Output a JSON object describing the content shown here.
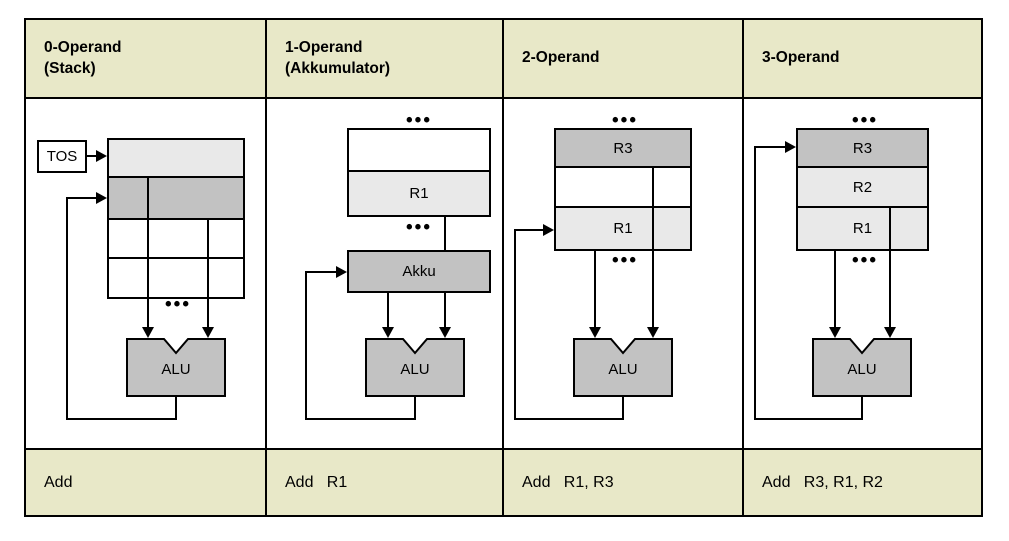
{
  "palette": {
    "header_bg": "#e8e8c8",
    "footer_bg": "#e8e8c8",
    "page_bg": "#ffffff",
    "light_gray": "#e9e9e9",
    "dark_gray": "#c2c2c2",
    "line": "#000000"
  },
  "columns": [
    {
      "id": "col-0-operand",
      "header_line1": "0-Operand",
      "header_line2": "(Stack)",
      "instruction": "Add",
      "diagram": {
        "type": "stack",
        "pointer_label": "TOS",
        "ellipsis": "•••",
        "alu_label": "ALU",
        "rows": [
          {
            "label": "",
            "fill": "light"
          },
          {
            "label": "",
            "fill": "dark"
          },
          {
            "label": "",
            "fill": "white"
          },
          {
            "label": "",
            "fill": "white"
          }
        ]
      }
    },
    {
      "id": "col-1-operand",
      "header_line1": "1-Operand",
      "header_line2": "(Akkumulator)",
      "instruction": "Add   R1",
      "diagram": {
        "type": "accumulator",
        "ellipsis_top": "•••",
        "ellipsis_bottom": "•••",
        "accumulator_label": "Akku",
        "alu_label": "ALU",
        "rows": [
          {
            "label": "",
            "fill": "white"
          },
          {
            "label": "R1",
            "fill": "light"
          }
        ]
      }
    },
    {
      "id": "col-2-operand",
      "header_line1": "2-Operand",
      "header_line2": "",
      "instruction": "Add   R1, R3",
      "diagram": {
        "type": "registerfile",
        "ellipsis_top": "•••",
        "ellipsis_bottom": "•••",
        "alu_label": "ALU",
        "rows": [
          {
            "label": "R3",
            "fill": "dark"
          },
          {
            "label": "",
            "fill": "white"
          },
          {
            "label": "R1",
            "fill": "light"
          }
        ]
      }
    },
    {
      "id": "col-3-operand",
      "header_line1": "3-Operand",
      "header_line2": "",
      "instruction": "Add   R3, R1, R2",
      "diagram": {
        "type": "registerfile",
        "ellipsis_top": "•••",
        "ellipsis_bottom": "•••",
        "alu_label": "ALU",
        "rows": [
          {
            "label": "R3",
            "fill": "dark"
          },
          {
            "label": "R2",
            "fill": "light"
          },
          {
            "label": "R1",
            "fill": "light"
          }
        ]
      }
    }
  ]
}
